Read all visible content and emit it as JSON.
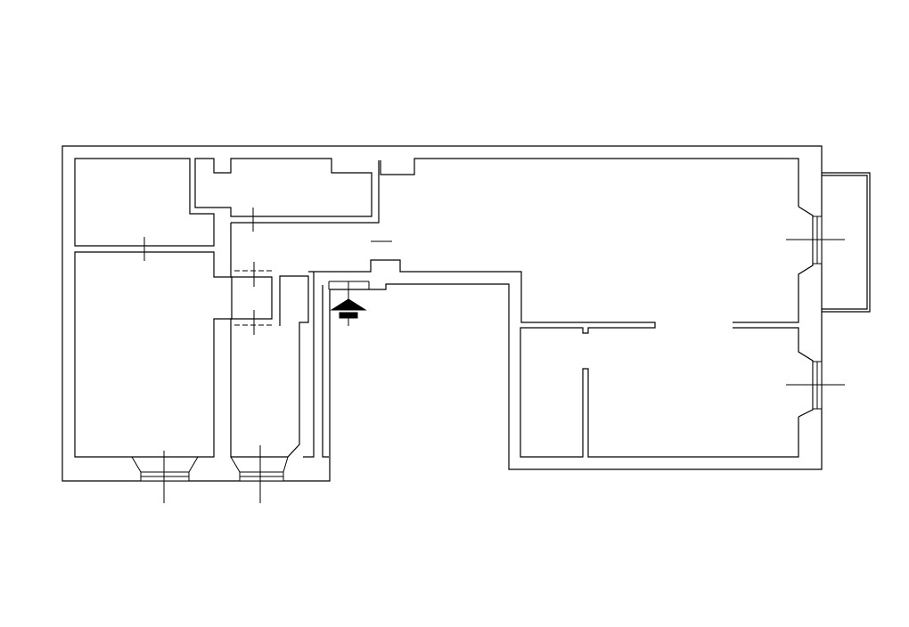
{
  "drawing": {
    "background_color": "#ffffff",
    "line_color": "#000000"
  },
  "plan": {
    "rooms": [
      {
        "id": "room-top-left"
      },
      {
        "id": "room-left-large"
      },
      {
        "id": "room-corridor-upper"
      },
      {
        "id": "room-hall"
      },
      {
        "id": "room-bath"
      },
      {
        "id": "room-stair-corridor"
      },
      {
        "id": "room-living"
      },
      {
        "id": "room-bottom-right-small"
      },
      {
        "id": "room-bottom-right-large"
      }
    ],
    "icons": {
      "entrance": "entrance-arrow-icon",
      "windows": "window-icon",
      "doors": "door-opening-icon",
      "balcony": "balcony-icon"
    },
    "labels": []
  }
}
